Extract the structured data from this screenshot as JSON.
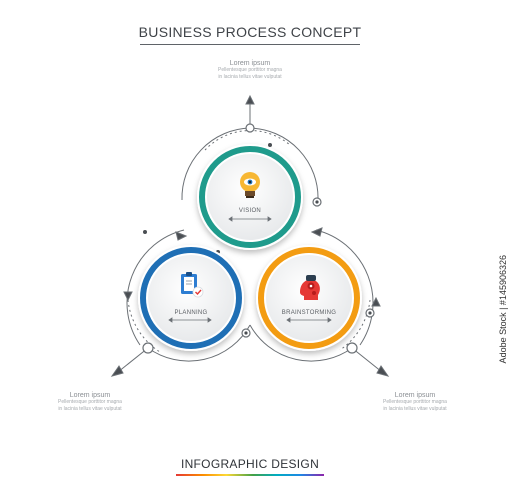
{
  "title": "BUSINESS PROCESS CONCEPT",
  "footer": "INFOGRAPHIC DESIGN",
  "notes": {
    "top": {
      "head": "Lorem ipsum",
      "line1": "Pellentesque porttitor magna",
      "line2": "in lacinia tellus vitae vulputat"
    },
    "left": {
      "head": "Lorem ipsum",
      "line1": "Pellentesque porttitor magna",
      "line2": "in lacinia tellus vitae vulputat"
    },
    "right": {
      "head": "Lorem ipsum",
      "line1": "Pellentesque porttitor magna",
      "line2": "in lacinia tellus vitae vulputat"
    }
  },
  "steps": [
    {
      "label": "VISION",
      "icon": "lightbulb-eye-icon",
      "color": "#1f9b8c"
    },
    {
      "label": "PLANNING",
      "icon": "clipboard-check-icon",
      "color": "#1f6fb5"
    },
    {
      "label": "BRAINSTORMING",
      "icon": "head-gears-icon",
      "color": "#f39c12"
    }
  ],
  "colors": {
    "teal": "#1f9b8c",
    "blue": "#1f6fb5",
    "orange": "#f39c12",
    "line": "#6b7075"
  },
  "watermark": {
    "id": "Adobe Stock | #145906326"
  }
}
